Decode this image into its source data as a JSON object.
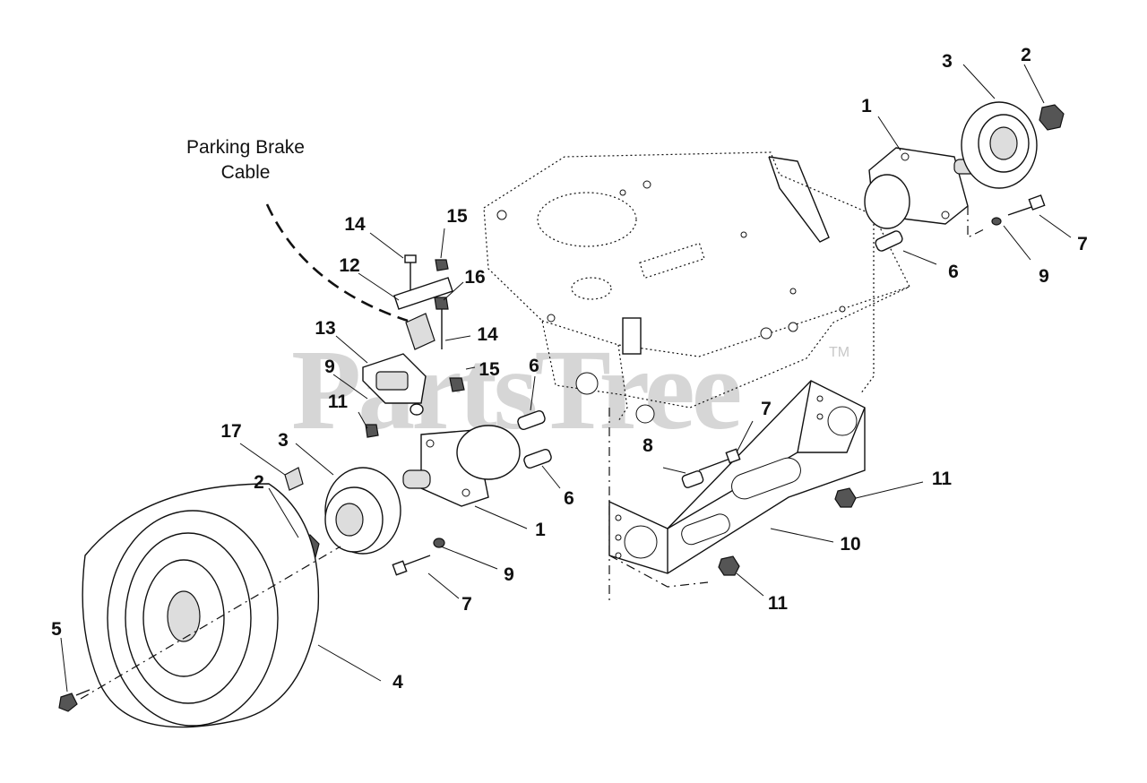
{
  "diagram": {
    "watermark": "PartsTree",
    "watermark_tm": "TM",
    "annotations": [
      {
        "key": "parking_brake_line1",
        "text": "Parking Brake"
      },
      {
        "key": "parking_brake_line2",
        "text": "Cable"
      }
    ],
    "callouts": [
      {
        "key": "c1_right",
        "text": "1"
      },
      {
        "key": "c2_right",
        "text": "2"
      },
      {
        "key": "c3_right",
        "text": "3"
      },
      {
        "key": "c7_right",
        "text": "7"
      },
      {
        "key": "c6_right",
        "text": "6"
      },
      {
        "key": "c9_right",
        "text": "9"
      },
      {
        "key": "c14_top",
        "text": "14"
      },
      {
        "key": "c15_top",
        "text": "15"
      },
      {
        "key": "c12",
        "text": "12"
      },
      {
        "key": "c16",
        "text": "16"
      },
      {
        "key": "c13",
        "text": "13"
      },
      {
        "key": "c14_mid",
        "text": "14"
      },
      {
        "key": "c9_left",
        "text": "9"
      },
      {
        "key": "c15_mid",
        "text": "15"
      },
      {
        "key": "c6_mid",
        "text": "6"
      },
      {
        "key": "c11_left",
        "text": "11"
      },
      {
        "key": "c17",
        "text": "17"
      },
      {
        "key": "c3_left",
        "text": "3"
      },
      {
        "key": "c2_left",
        "text": "2"
      },
      {
        "key": "c7_mid",
        "text": "7"
      },
      {
        "key": "c8",
        "text": "8"
      },
      {
        "key": "c6_low",
        "text": "6"
      },
      {
        "key": "c11_right",
        "text": "11"
      },
      {
        "key": "c1_left",
        "text": "1"
      },
      {
        "key": "c10",
        "text": "10"
      },
      {
        "key": "c9_low",
        "text": "9"
      },
      {
        "key": "c11_low",
        "text": "11"
      },
      {
        "key": "c7_low",
        "text": "7"
      },
      {
        "key": "c5",
        "text": "5"
      },
      {
        "key": "c4",
        "text": "4"
      }
    ]
  }
}
